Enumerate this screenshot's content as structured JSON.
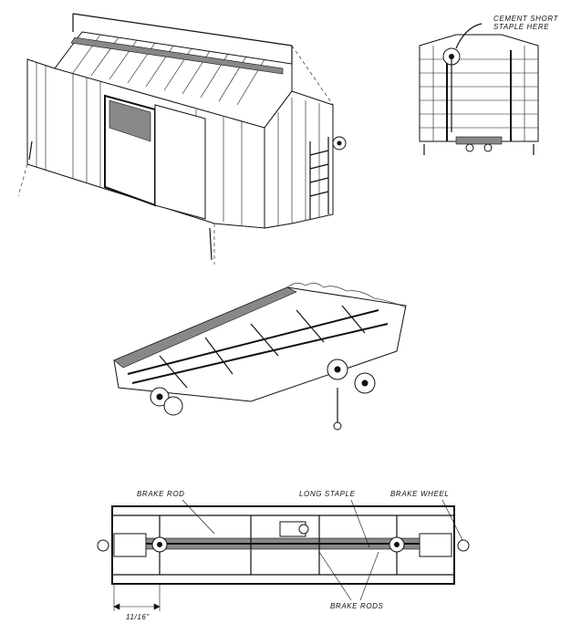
{
  "figure": {
    "top_right_note": "CEMENT SHORT\nSTAPLE HERE",
    "top_right_note_line1": "CEMENT SHORT",
    "top_right_note_line2": "STAPLE HERE",
    "labels": {
      "brake_rod": "BRAKE ROD",
      "long_staple": "LONG STAPLE",
      "brake_wheel": "BRAKE WHEEL",
      "brake_rods": "BRAKE RODS",
      "dimension": "11/16\""
    }
  }
}
